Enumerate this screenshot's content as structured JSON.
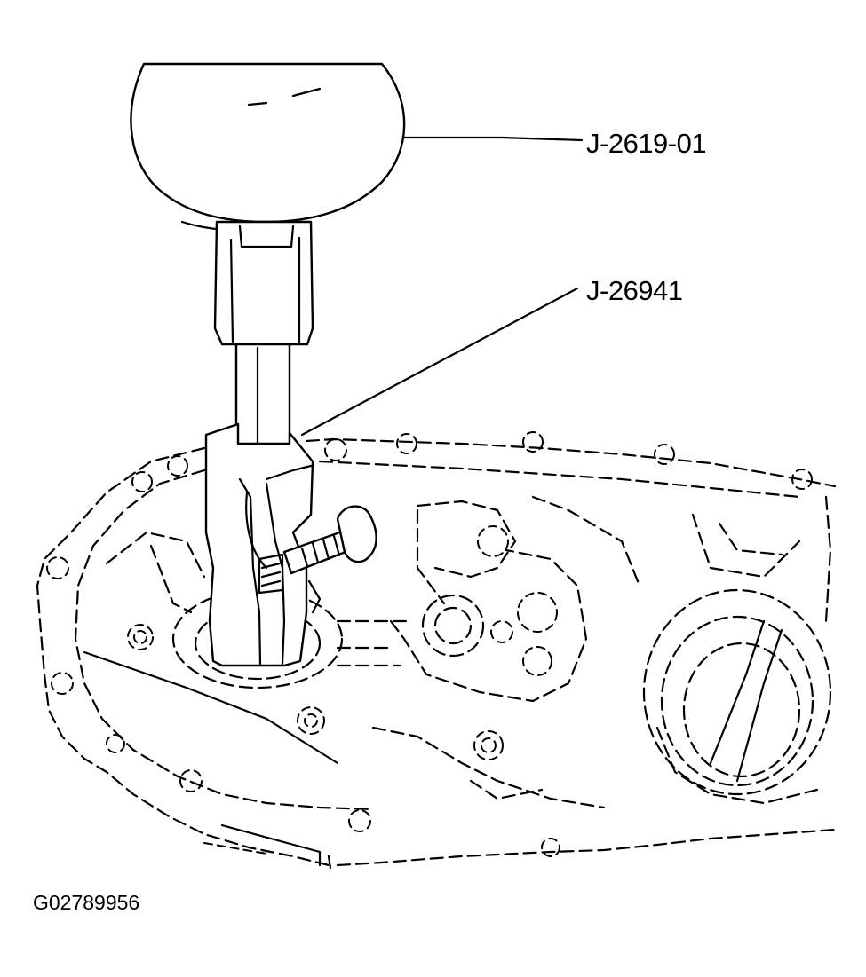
{
  "callouts": {
    "slide_hammer": "J-2619-01",
    "puller": "J-26941"
  },
  "figure_id": "G02789956"
}
